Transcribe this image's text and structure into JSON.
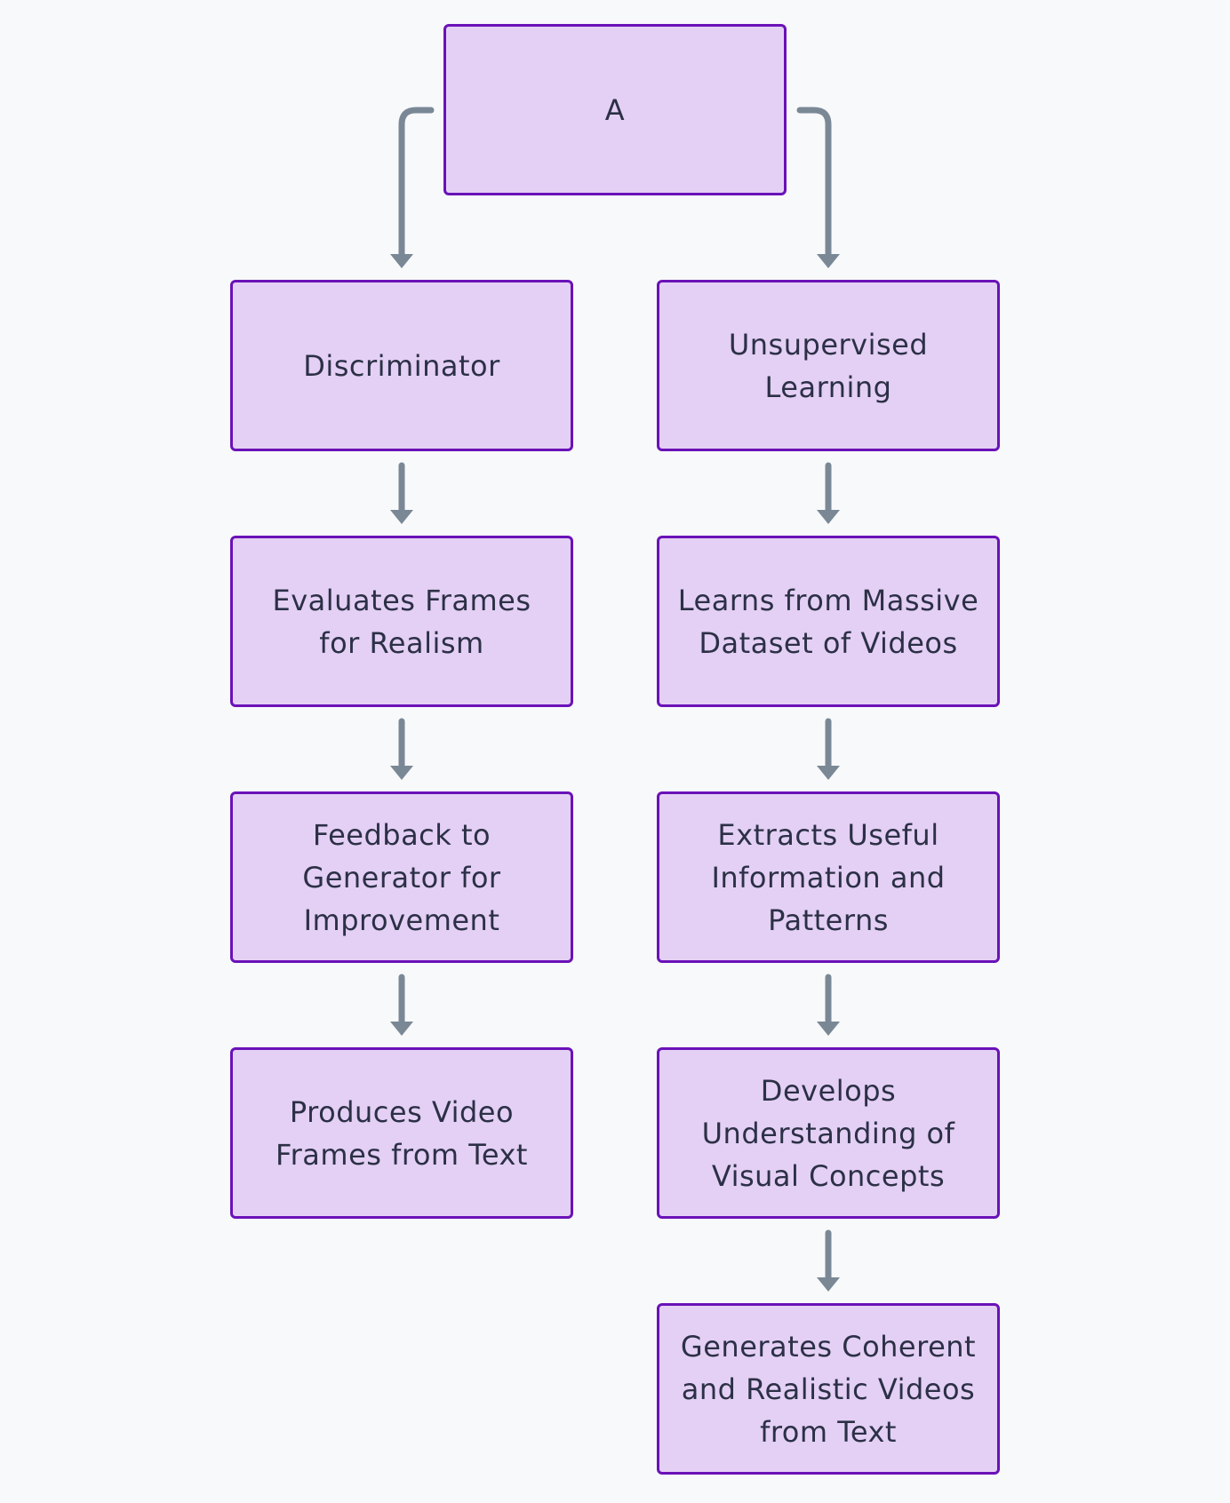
{
  "diagram": {
    "root": {
      "label": "A"
    },
    "left_branch": [
      {
        "label": "Discriminator"
      },
      {
        "label": "Evaluates Frames for Realism"
      },
      {
        "label": "Feedback to Generator for Improvement"
      },
      {
        "label": "Produces Video Frames from Text"
      }
    ],
    "right_branch": [
      {
        "label": "Unsupervised Learning"
      },
      {
        "label": "Learns from Massive Dataset of Videos"
      },
      {
        "label": "Extracts Useful Information and Patterns"
      },
      {
        "label": "Develops Understanding of Visual Concepts"
      },
      {
        "label": "Generates Coherent and Realistic Videos from Text"
      }
    ],
    "colors": {
      "background": "#f8f9fa",
      "node_fill": "#e4d0f4",
      "node_border": "#6a12b8",
      "node_text": "#2c3047",
      "edge": "#7a8896"
    }
  }
}
